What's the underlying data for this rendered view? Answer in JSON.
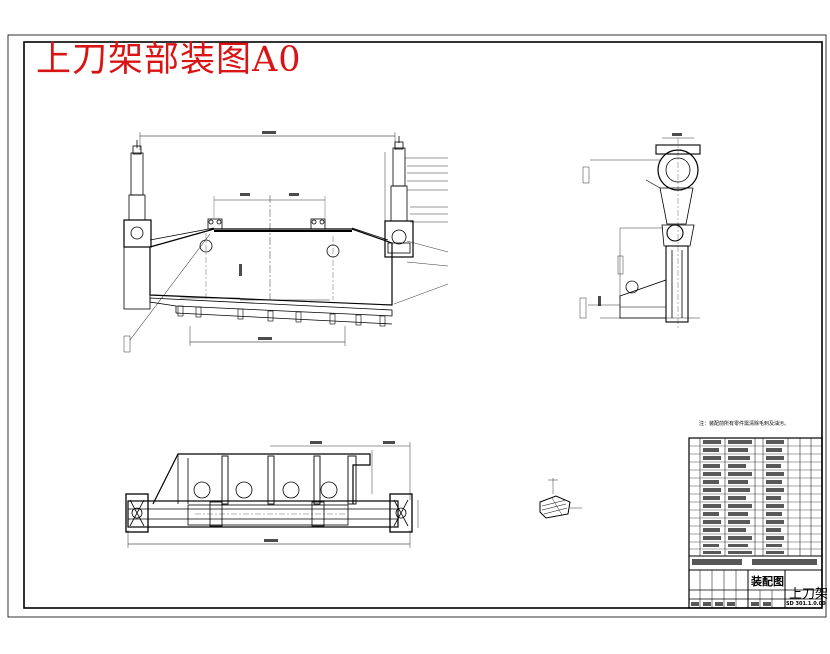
{
  "drawing": {
    "title": "上刀架部装图A0",
    "note": "注：装配前所有零件需清除毛刺及油污。",
    "titleblock": {
      "drawing_name": "装配图",
      "part_name": "上刀架",
      "drawing_number": "SD 301.1.0.00"
    },
    "colors": {
      "title": "#d81414",
      "lines": "#000000",
      "background": "#ffffff"
    }
  }
}
